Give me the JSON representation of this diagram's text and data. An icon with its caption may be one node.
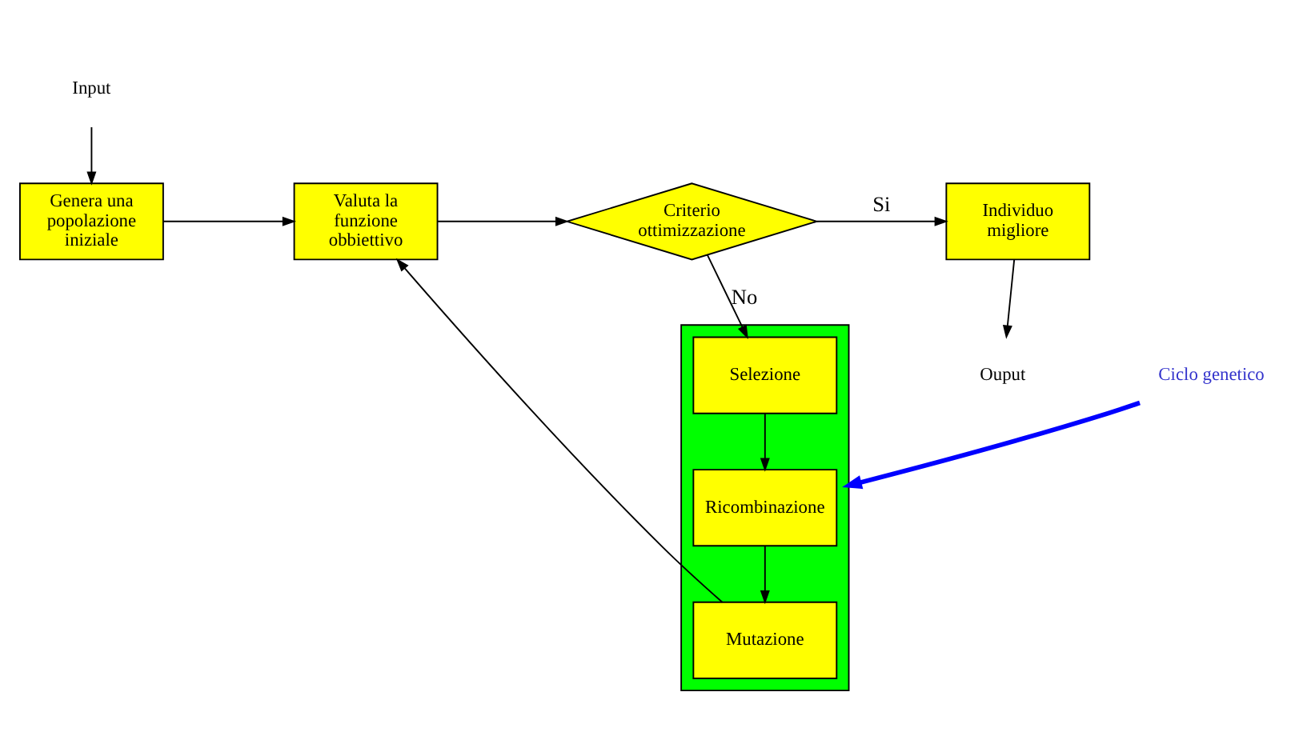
{
  "diagram": {
    "nodes": [
      {
        "text": [
          "Genera una popolazione iniziale"
        ]
      },
      {
        "text": [
          "Valuta la funzione obbiettivo"
        ]
      },
      {
        "text": [
          "Criterio ottimizzazione"
        ]
      },
      {
        "text": [
          "Individuo migliore"
        ]
      },
      {
        "text": [
          "Input"
        ]
      },
      {
        "text": [
          "Ouput"
        ]
      },
      {
        "text": [],
        "shape": "box"
      },
      {
        "text": [
          "Selezione"
        ],
        "in": 6
      },
      {
        "text": [
          "Ricombinazione"
        ],
        "in": 6
      },
      {
        "text": [
          "Mutazione"
        ],
        "in": 6
      },
      {
        "text": [
          "Ciclo genetico"
        ]
      }
    ],
    "edges": [
      {
        "from": 4,
        "to": 0,
        "arrow": "to"
      },
      {
        "from": 0,
        "to": 1,
        "arrow": "to"
      },
      {
        "from": 1,
        "to": 2,
        "arrow": "to"
      },
      {
        "from": 2,
        "to": 3,
        "arrow": "to",
        "label": "Si"
      },
      {
        "from": 3,
        "to": 5,
        "arrow": "to"
      },
      {
        "from": 2,
        "to": 7,
        "arrow": "to",
        "label": "No"
      },
      {
        "from": 7,
        "to": 8,
        "arrow": "to"
      },
      {
        "from": 8,
        "to": 9,
        "arrow": "to"
      },
      {
        "from": 9,
        "to": 1,
        "arrow": "to"
      },
      {
        "from": 10,
        "to": 6,
        "arrow": "to",
        "style": "thick",
        "color": "#0000ff"
      }
    ]
  }
}
